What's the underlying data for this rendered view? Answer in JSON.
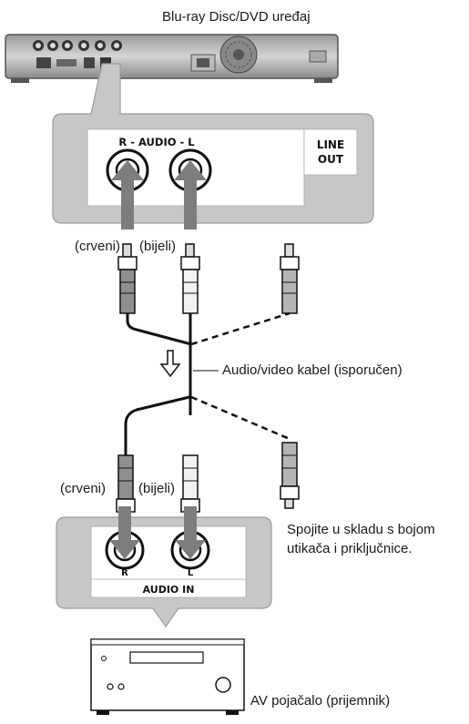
{
  "device_title": "Blu-ray Disc/DVD uređaj",
  "output_panel": {
    "audio_label": "R - AUDIO - L",
    "line_out_line1": "LINE",
    "line_out_line2": "OUT"
  },
  "plugs": {
    "red_label": "(crveni)",
    "white_label": "(bijeli)"
  },
  "cable_label": "Audio/video kabel (isporučen)",
  "input_panel": {
    "r_label": "R",
    "l_label": "L",
    "audio_in_label": "AUDIO IN"
  },
  "instruction": "Spojite u skladu s bojom utikača i priključnice.",
  "amp_label": "AV pojačalo (prijemnik)",
  "colors": {
    "panel_fill": "#c7c7c7",
    "panel_stroke": "#9a9a9a",
    "arrow_gray": "#7d7d7d",
    "red_plug": "#8f8f8f",
    "white_plug": "#f2f2f2"
  }
}
